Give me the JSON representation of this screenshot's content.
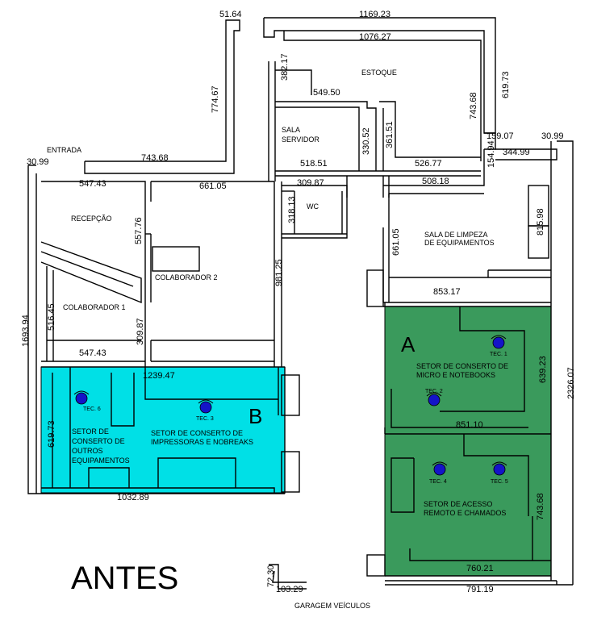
{
  "plan": {
    "title": "ANTES",
    "zone_a_label": "A",
    "zone_b_label": "B"
  },
  "rooms": {
    "entrada": "ENTRADA",
    "recepcao": "RECEPÇÃO",
    "colaborador2": "COLABORADOR 2",
    "colaborador1": "COLABORADOR 1",
    "estoque": "ESTOQUE",
    "sala_servidor_1": "SALA",
    "sala_servidor_2": "SERVIDOR",
    "wc": "WC",
    "limpeza_1": "SALA DE LIMPEZA",
    "limpeza_2": "DE EQUIPAMENTOS",
    "micro_1": "SETOR DE CONSERTO DE",
    "micro_2": "MICRO E NOTEBOOKS",
    "acesso_1": "SETOR DE ACESSO",
    "acesso_2": "REMOTO E CHAMADOS",
    "impressoras_1": "SETOR DE CONSERTO DE",
    "impressoras_2": "IMPRESSORAS E NOBREAKS",
    "outros_1": "SETOR DE",
    "outros_2": "CONSERTO DE",
    "outros_3": "OUTROS",
    "outros_4": "EQUIPAMENTOS",
    "garagem": "GARAGEM VEÍCULOS"
  },
  "technicians": {
    "tec1": "TEC. 1",
    "tec2": "TEC. 2",
    "tec3": "TEC. 3",
    "tec4": "TEC. 4",
    "tec5": "TEC. 5",
    "tec6": "TEC. 6"
  },
  "dimensions": {
    "d51_64": "51.64",
    "d1169_23": "1169.23",
    "d1076_27": "1076.27",
    "d774_67": "774.67",
    "d382_17": "382.17",
    "d549_50": "549.50",
    "d743_68_top": "743.68",
    "d619_73_top": "619.73",
    "d330_52": "330.52",
    "d361_51": "361.51",
    "d159_07": "159.07",
    "d30_99_right": "30.99",
    "d154_94": "154.94",
    "d344_99": "344.99",
    "d518_51": "518.51",
    "d526_77": "526.77",
    "d743_68_left": "743.68",
    "d30_99_left": "30.99",
    "d547_43_top": "547.43",
    "d661_05_a": "661.05",
    "d309_87_wc": "309.87",
    "d508_18": "508.18",
    "d318_13": "318.13",
    "d557_76": "557.76",
    "d815_98": "815.98",
    "d661_05_b": "661.05",
    "d981_25": "981.25",
    "d853_17": "853.17",
    "d1693_94": "1693.94",
    "d516_45": "516.45",
    "d309_87_col": "309.87",
    "d547_43_bottom": "547.43",
    "d1239_47": "1239.47",
    "d639_23": "639.23",
    "d2326_07": "2326.07",
    "d851_10": "851.10",
    "d619_73_left": "619.73",
    "d1032_89": "1032.89",
    "d743_68_right": "743.68",
    "d760_21": "760.21",
    "d791_19": "791.19",
    "d72_30": "72.30",
    "d103_29": "103.29"
  },
  "colors": {
    "zone_a": "#3a9a5c",
    "zone_b": "#00e0e6",
    "technician": "#1414c8"
  }
}
